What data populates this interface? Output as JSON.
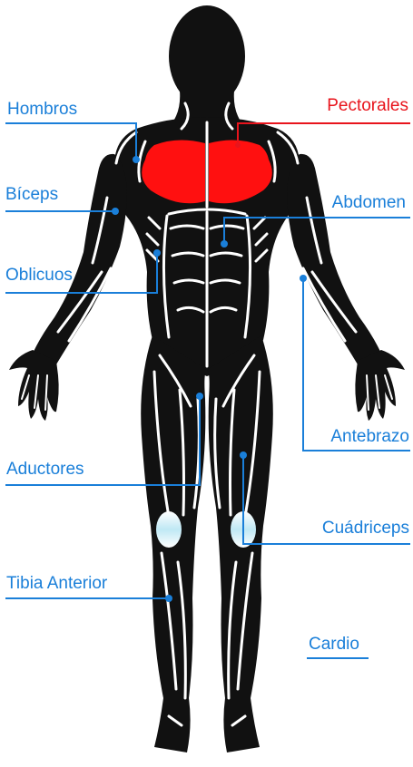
{
  "labels": {
    "hombros": "Hombros",
    "pectorales": "Pectorales",
    "biceps": "Bíceps",
    "abdomen": "Abdomen",
    "oblicuos": "Oblicuos",
    "antebrazo": "Antebrazo",
    "aductores": "Aductores",
    "cuadriceps": "Cuádriceps",
    "tibia_anterior": "Tibia Anterior",
    "cardio": "Cardio"
  },
  "selected": "pectorales",
  "colors": {
    "body": "#111111",
    "separation": "#ffffff",
    "highlight": "#ff1010",
    "label": "#1a7fd9",
    "label_selected": "#e8141c",
    "knee": "#bfe8f4"
  }
}
